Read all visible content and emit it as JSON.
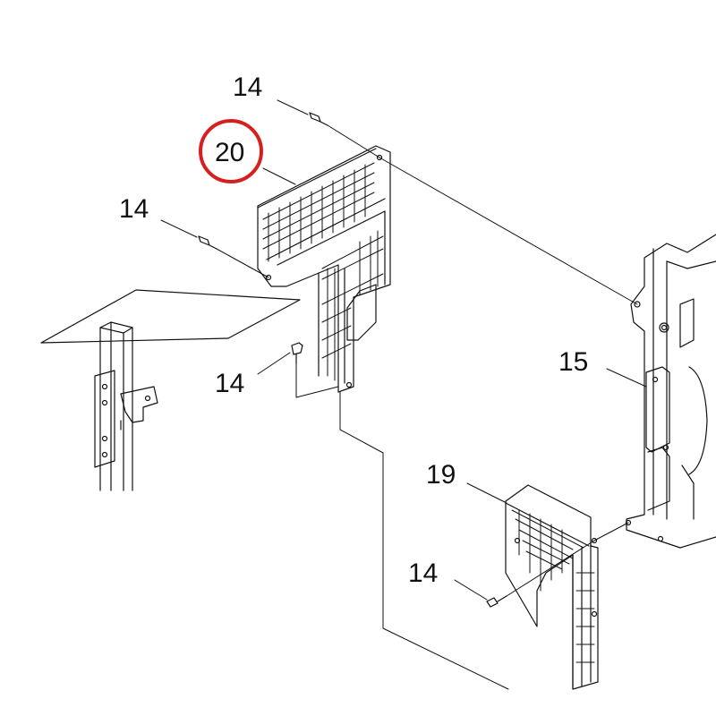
{
  "diagram": {
    "colors": {
      "line": "#111111",
      "highlight": "#d6201f",
      "background": "#ffffff"
    },
    "highlighted_part": "20",
    "callouts": [
      {
        "id": "callout-14-top",
        "text": "14"
      },
      {
        "id": "callout-20",
        "text": "20"
      },
      {
        "id": "callout-14-left",
        "text": "14"
      },
      {
        "id": "callout-14-mid",
        "text": "14"
      },
      {
        "id": "callout-15",
        "text": "15"
      },
      {
        "id": "callout-19",
        "text": "19"
      },
      {
        "id": "callout-14-bottom",
        "text": "14"
      }
    ]
  }
}
